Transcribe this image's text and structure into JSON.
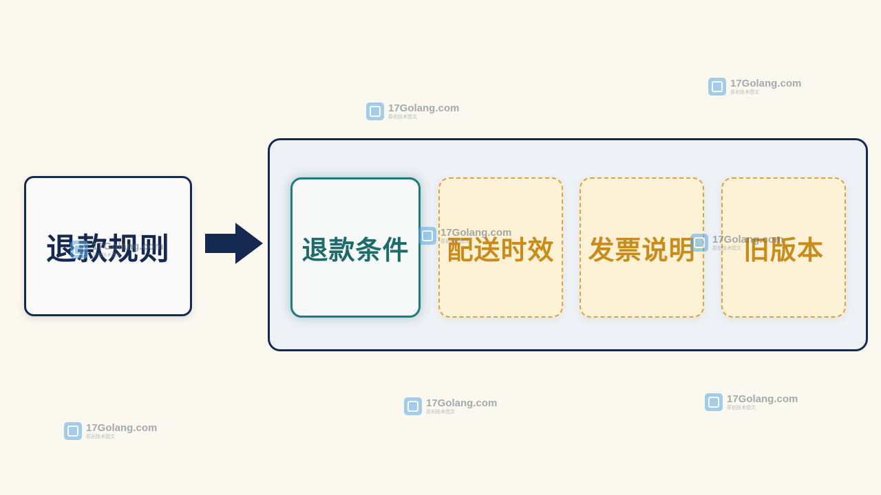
{
  "diagram": {
    "source": {
      "label": "退款规则"
    },
    "arrow": {
      "icon": "right-arrow-icon",
      "color": "#142850"
    },
    "cards": [
      {
        "label": "退款条件",
        "state": "active"
      },
      {
        "label": "配送时效",
        "state": "dashed"
      },
      {
        "label": "发票说明",
        "state": "dashed"
      },
      {
        "label": "旧版本",
        "state": "dashed"
      }
    ],
    "colors": {
      "navy": "#142850",
      "teal": "#1f7a7a",
      "amber": "#d9a441",
      "amber_text": "#c98c1a"
    }
  },
  "watermark": {
    "brand": "17Golang.com",
    "tagline": "原创技术图文",
    "icon": "site-logo-icon"
  }
}
